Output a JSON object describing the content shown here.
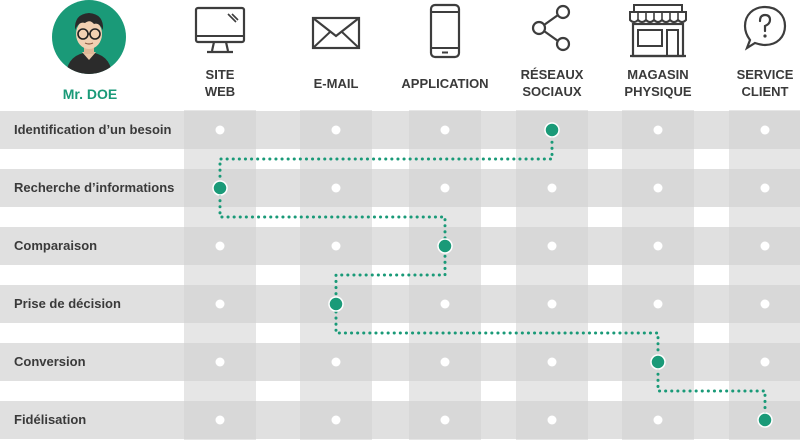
{
  "persona": {
    "name": "Mr. DOE"
  },
  "channels": [
    {
      "id": "web",
      "lines": [
        "SITE",
        "WEB"
      ],
      "icon": "monitor-icon"
    },
    {
      "id": "email",
      "lines": [
        "E-MAIL"
      ],
      "icon": "envelope-icon"
    },
    {
      "id": "app",
      "lines": [
        "APPLICATION"
      ],
      "icon": "smartphone-icon"
    },
    {
      "id": "social",
      "lines": [
        "RÉSEAUX",
        "SOCIAUX"
      ],
      "icon": "share-icon"
    },
    {
      "id": "store",
      "lines": [
        "MAGASIN",
        "PHYSIQUE"
      ],
      "icon": "storefront-icon"
    },
    {
      "id": "service",
      "lines": [
        "SERVICE",
        "CLIENT"
      ],
      "icon": "question-bubble-icon"
    }
  ],
  "stages": [
    {
      "label": "Identification d’un besoin",
      "channel": "social"
    },
    {
      "label": "Recherche d’informations",
      "channel": "web"
    },
    {
      "label": "Comparaison",
      "channel": "app"
    },
    {
      "label": "Prise de décision",
      "channel": "email"
    },
    {
      "label": "Conversion",
      "channel": "store"
    },
    {
      "label": "Fidélisation",
      "channel": "service"
    }
  ],
  "colors": {
    "accent": "#1a9a78",
    "row_band": "#e0e0e0",
    "column_band": "#d2d2d2",
    "dot": "#ffffff",
    "label_text": "#3a3a3a",
    "icon_stroke": "#3d3d3d"
  }
}
